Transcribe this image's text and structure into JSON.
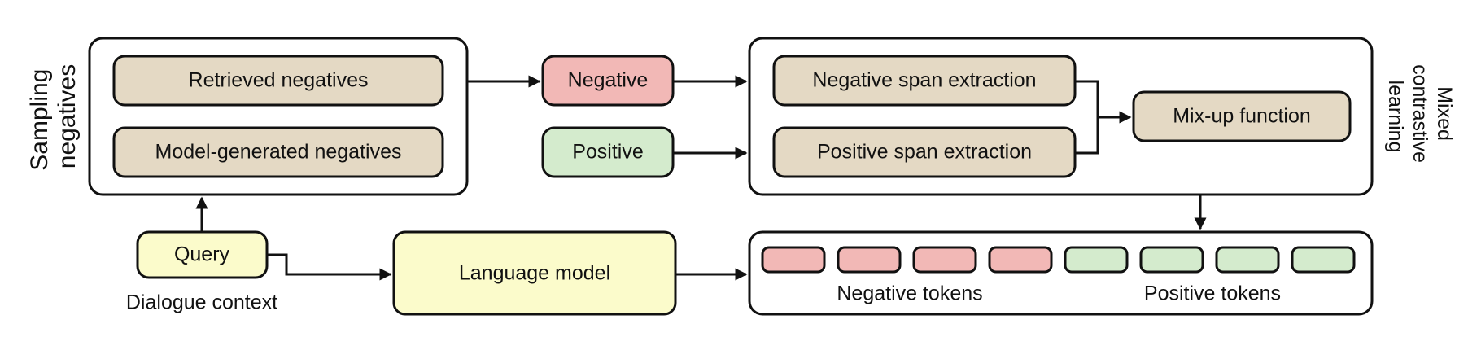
{
  "colors": {
    "tan": "#e4d9c4",
    "pink": "#f2b8b6",
    "green": "#d4ebcd",
    "yellow": "#fbfbcb",
    "stroke": "#111111"
  },
  "sampling": {
    "side_label_line1": "Sampling",
    "side_label_line2": "negatives",
    "retrieved": "Retrieved negatives",
    "model_generated": "Model-generated negatives"
  },
  "samples": {
    "negative": "Negative",
    "positive": "Positive"
  },
  "mixed": {
    "side_label_line1": "Mixed",
    "side_label_line2": "contrastive",
    "side_label_line3": "learning",
    "negative_span": "Negative span extraction",
    "positive_span": "Positive span extraction",
    "mixup": "Mix-up function"
  },
  "bottom": {
    "query": "Query",
    "dialogue_context": "Dialogue context",
    "language_model": "Language model",
    "negative_tokens": "Negative tokens",
    "positive_tokens": "Positive tokens",
    "token_kinds": [
      "negative",
      "negative",
      "negative",
      "negative",
      "positive",
      "positive",
      "positive",
      "positive"
    ]
  }
}
